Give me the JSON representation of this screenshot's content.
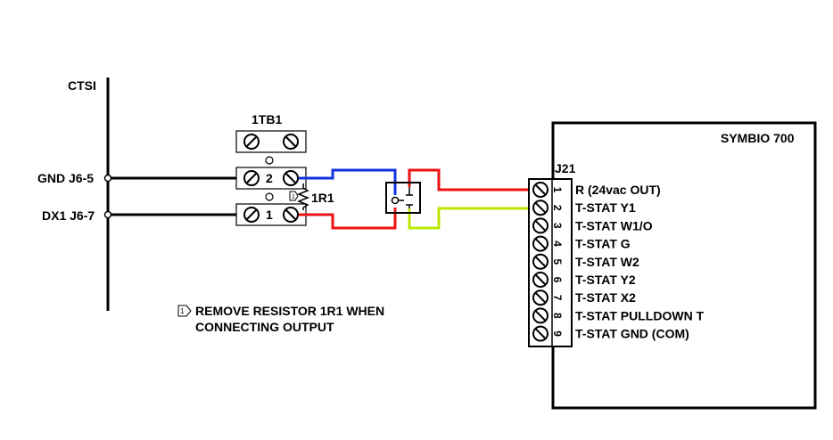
{
  "ctsi": {
    "label": "CTSI",
    "terminals": [
      {
        "label": "GND J6-5"
      },
      {
        "label": "DX1 J6-7"
      }
    ]
  },
  "terminal_block": {
    "label": "1TB1",
    "terminals": [
      "2",
      "1"
    ]
  },
  "resistor": {
    "label": "1R1",
    "note_marker": "1"
  },
  "note": {
    "line1": "REMOVE RESISTOR 1R1 WHEN",
    "line2": "CONNECTING OUTPUT"
  },
  "symbio": {
    "title": "SYMBIO 700",
    "connector": "J21",
    "pins": [
      {
        "num": "1",
        "label": "R (24vac OUT)"
      },
      {
        "num": "2",
        "label": "T-STAT Y1"
      },
      {
        "num": "3",
        "label": "T-STAT W1/O"
      },
      {
        "num": "4",
        "label": "T-STAT G"
      },
      {
        "num": "5",
        "label": "T-STAT W2"
      },
      {
        "num": "6",
        "label": "T-STAT Y2"
      },
      {
        "num": "7",
        "label": "T-STAT X2"
      },
      {
        "num": "8",
        "label": "T-STAT PULLDOWN T"
      },
      {
        "num": "9",
        "label": "T-STAT GND (COM)"
      }
    ]
  },
  "colors": {
    "line": "#000000",
    "wire_blue": "#1133dd",
    "wire_red": "#ee1111",
    "wire_yellow": "#bbe800"
  }
}
